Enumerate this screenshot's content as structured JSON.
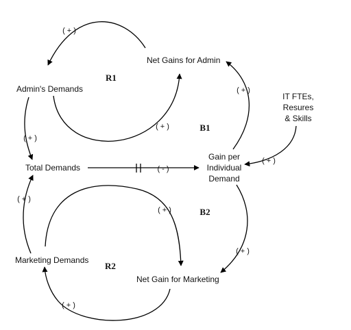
{
  "variables": {
    "admin_demands": "Admin's Demands",
    "net_gains_admin": "Net Gains for Admin",
    "total_demands": "Total Demands",
    "gain_per_demand": [
      "Gain per",
      "Individual",
      "Demand"
    ],
    "it_resources": [
      "IT FTEs,",
      "Resures",
      "& Skills"
    ],
    "marketing_demands": "Marketing Demands",
    "net_gain_marketing": "Net Gain for Marketing"
  },
  "loops": {
    "r1": "R1",
    "b1": "B1",
    "b2": "B2",
    "r2": "R2"
  },
  "links": {
    "admin_to_net_gains_admin_top": "( + )",
    "net_gains_admin_to_admin_bottom": "( + )",
    "gain_to_net_gains_admin": "( + )",
    "admin_to_total": "( + )",
    "it_to_gain": "( + )",
    "total_to_gain": "( - )",
    "marketing_to_total": "( + )",
    "marketing_to_net_gain_marketing": "( + )",
    "gain_to_net_gain_marketing": "( + )",
    "net_gain_marketing_to_marketing": "( + )"
  },
  "colors": {
    "ink": "#111111",
    "background": "#ffffff"
  }
}
